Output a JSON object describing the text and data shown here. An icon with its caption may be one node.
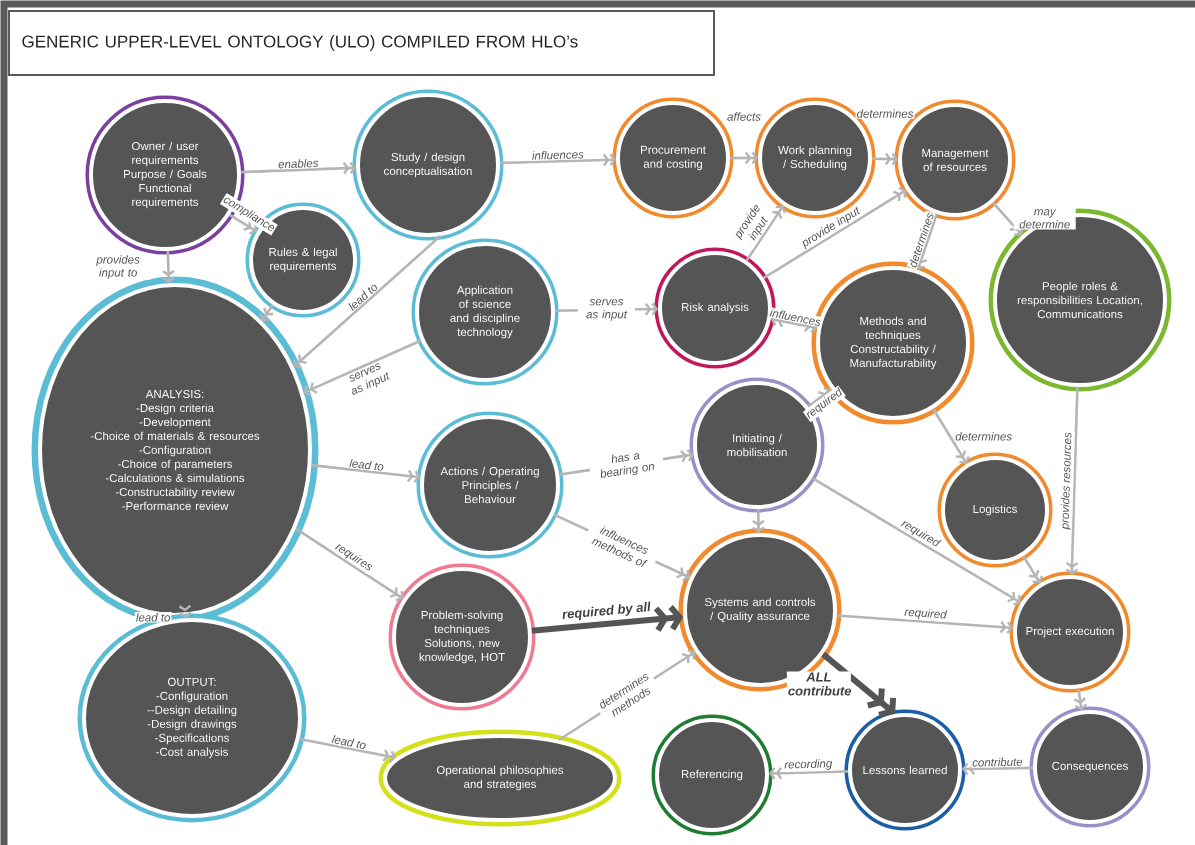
{
  "diagram": {
    "title": "GENERIC UPPER-LEVEL ONTOLOGY (ULO) COMPILED FROM HLO’s",
    "nodes": [
      {
        "text": [
          "Owner / user requirements Purpose / Goals Functional requirements"
        ]
      },
      {
        "text": [
          "Study / design conceptualisation"
        ]
      },
      {
        "text": [
          "Procurement and costing"
        ]
      },
      {
        "text": [
          "Work planning / Scheduling"
        ]
      },
      {
        "text": [
          "Management of resources"
        ]
      },
      {
        "text": [
          "Rules & legal requirements"
        ]
      },
      {
        "text": [
          "Application of science and discipline technology"
        ]
      },
      {
        "text": [
          "Risk analysis"
        ]
      },
      {
        "text": [
          "Methods and techniques Constructability / Manufacturability"
        ]
      },
      {
        "text": [
          "People roles & responsibilities Location, Communications"
        ]
      },
      {
        "text": [
          "ANALYSIS:",
          "-Design criteria",
          "-Development",
          "-Choice of materials & resources",
          "-Configuration",
          "-Choice of parameters",
          "-Calculations & simulations",
          "-Constructability review",
          "-Performance review"
        ]
      },
      {
        "text": [
          "Actions / Operating Principles / Behaviour"
        ]
      },
      {
        "text": [
          "Initiating / mobilisation"
        ]
      },
      {
        "text": [
          "Logistics"
        ]
      },
      {
        "text": [
          "Problem-solving techniques Solutions, new knowledge, HOT"
        ]
      },
      {
        "text": [
          "Systems and controls / Quality assurance"
        ]
      },
      {
        "text": [
          "Project execution"
        ]
      },
      {
        "text": [
          "OUTPUT:",
          "-Configuration",
          "--Design detailing",
          "-Design drawings",
          "-Specifications",
          "-Cost analysis"
        ]
      },
      {
        "text": [
          "Operational philosophies and strategies"
        ]
      },
      {
        "text": [
          "Referencing"
        ]
      },
      {
        "text": [
          "Lessons learned"
        ]
      },
      {
        "text": [
          "Consequences"
        ]
      }
    ],
    "edges": [
      {
        "from": 0,
        "to": 1,
        "arrow": "to",
        "label": "enables"
      },
      {
        "from": 0,
        "to": 5,
        "arrow": "to",
        "label": "compliance"
      },
      {
        "from": 0,
        "to": 10,
        "arrow": "to",
        "label": "provides input to"
      },
      {
        "from": 1,
        "to": 2,
        "arrow": "to",
        "label": "influences"
      },
      {
        "from": 2,
        "to": 3,
        "arrow": "to",
        "label": "affects"
      },
      {
        "from": 3,
        "to": 4,
        "arrow": "to",
        "label": "determines"
      },
      {
        "from": 5,
        "to": 10,
        "arrow": "to"
      },
      {
        "from": 1,
        "to": 10,
        "arrow": "to",
        "label": "lead to"
      },
      {
        "from": 6,
        "to": 10,
        "arrow": "to",
        "label": "serves as input"
      },
      {
        "from": 6,
        "to": 7,
        "arrow": "to",
        "label": "serves as input"
      },
      {
        "from": 7,
        "to": 3,
        "arrow": "to",
        "label": "provide input"
      },
      {
        "from": 7,
        "to": 4,
        "arrow": "to",
        "label": "provide input"
      },
      {
        "from": 8,
        "to": 7,
        "arrow": "both",
        "label": "influences"
      },
      {
        "from": 4,
        "to": 8,
        "arrow": "to",
        "label": "determines"
      },
      {
        "from": 4,
        "to": 9,
        "arrow": "to",
        "label": "may determine"
      },
      {
        "from": 10,
        "to": 11,
        "arrow": "to",
        "label": "lead to"
      },
      {
        "from": 10,
        "to": 14,
        "arrow": "to",
        "label": "requires"
      },
      {
        "from": 10,
        "to": 17,
        "arrow": "to",
        "label": "lead to"
      },
      {
        "from": 11,
        "to": 12,
        "arrow": "to",
        "label": "has a bearing on"
      },
      {
        "from": 11,
        "to": 15,
        "arrow": "to",
        "label": "influences methods of"
      },
      {
        "from": 12,
        "to": 15,
        "arrow": "to"
      },
      {
        "from": 12,
        "to": 8,
        "arrow": "to",
        "label": "required"
      },
      {
        "from": 12,
        "to": 16,
        "arrow": "to",
        "label": "required"
      },
      {
        "from": 8,
        "to": 13,
        "arrow": "to",
        "label": "determines"
      },
      {
        "from": 9,
        "to": 16,
        "arrow": "to",
        "label": "provides resources"
      },
      {
        "from": 13,
        "to": 16,
        "arrow": "to"
      },
      {
        "from": 14,
        "to": 15,
        "arrow": "to",
        "label": "required by all",
        "style": "thick",
        "color": "#555555"
      },
      {
        "from": 15,
        "to": 16,
        "arrow": "to",
        "label": "required"
      },
      {
        "from": 15,
        "to": 20,
        "arrow": "to",
        "label": "ALL contribute",
        "style": "thick",
        "color": "#555555"
      },
      {
        "from": 16,
        "to": 21,
        "arrow": "to"
      },
      {
        "from": 21,
        "to": 20,
        "arrow": "to",
        "label": "contribute"
      },
      {
        "from": 20,
        "to": 19,
        "arrow": "to",
        "label": "recording"
      },
      {
        "from": 18,
        "to": 15,
        "arrow": "to",
        "label": "determines methods"
      },
      {
        "from": 17,
        "to": 18,
        "arrow": "to",
        "label": "lead to"
      }
    ]
  }
}
